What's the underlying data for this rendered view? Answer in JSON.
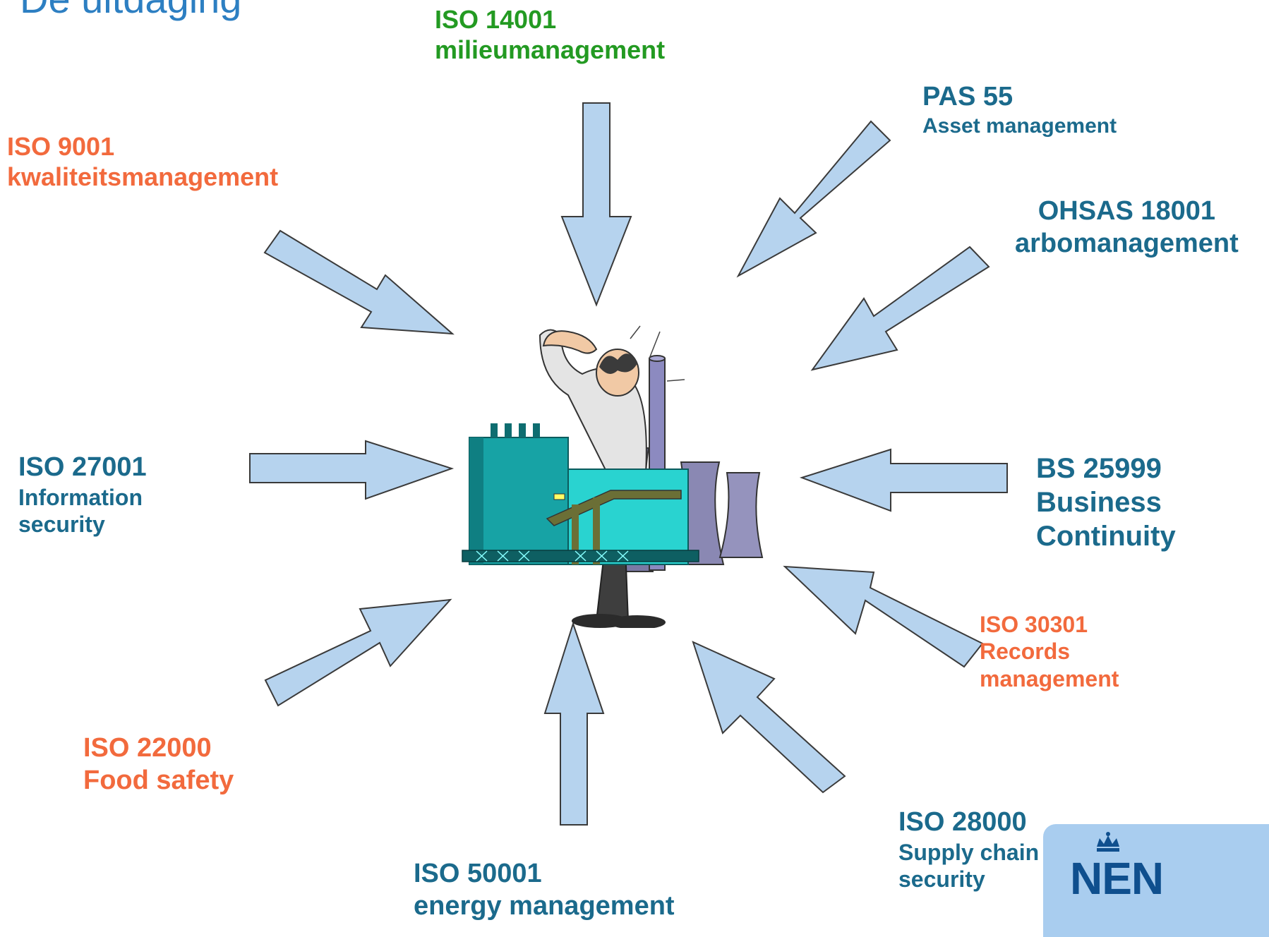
{
  "title": "De uitdaging",
  "colors": {
    "teal": "#1b6a8c",
    "orange": "#f26a3d",
    "green": "#239a22",
    "arrow_fill": "#b6d3ee",
    "title_blue": "#2d7fc2"
  },
  "standards": [
    {
      "id": "iso14001",
      "line1": "ISO 14001",
      "line2": "milieumanagement",
      "line3": "",
      "color": "green"
    },
    {
      "id": "pas55",
      "line1": "PAS 55",
      "line2": "Asset management",
      "line3": "",
      "color": "teal"
    },
    {
      "id": "iso9001",
      "line1": "ISO 9001",
      "line2": "kwaliteitsmanagement",
      "line3": "",
      "color": "orange"
    },
    {
      "id": "ohsas18001",
      "line1": "OHSAS 18001",
      "line2": "arbomanagement",
      "line3": "",
      "color": "teal"
    },
    {
      "id": "iso27001",
      "line1": "ISO 27001",
      "line2": "Information",
      "line3": "security",
      "color": "teal"
    },
    {
      "id": "bs25999",
      "line1": "BS 25999",
      "line2": "Business",
      "line3": "Continuity",
      "color": "teal"
    },
    {
      "id": "iso30301",
      "line1": "ISO 30301",
      "line2": "Records",
      "line3": "management",
      "color": "orange"
    },
    {
      "id": "iso22000",
      "line1": "ISO 22000",
      "line2": "Food safety",
      "line3": "",
      "color": "orange"
    },
    {
      "id": "iso28000",
      "line1": "ISO 28000",
      "line2": "Supply chain",
      "line3": "security",
      "color": "teal"
    },
    {
      "id": "iso50001",
      "line1": "ISO 50001",
      "line2": "energy management",
      "line3": "",
      "color": "teal"
    }
  ],
  "logo": {
    "text": "NEN",
    "crown": "crown-icon"
  },
  "illustration": "confused-man-with-power-plant"
}
